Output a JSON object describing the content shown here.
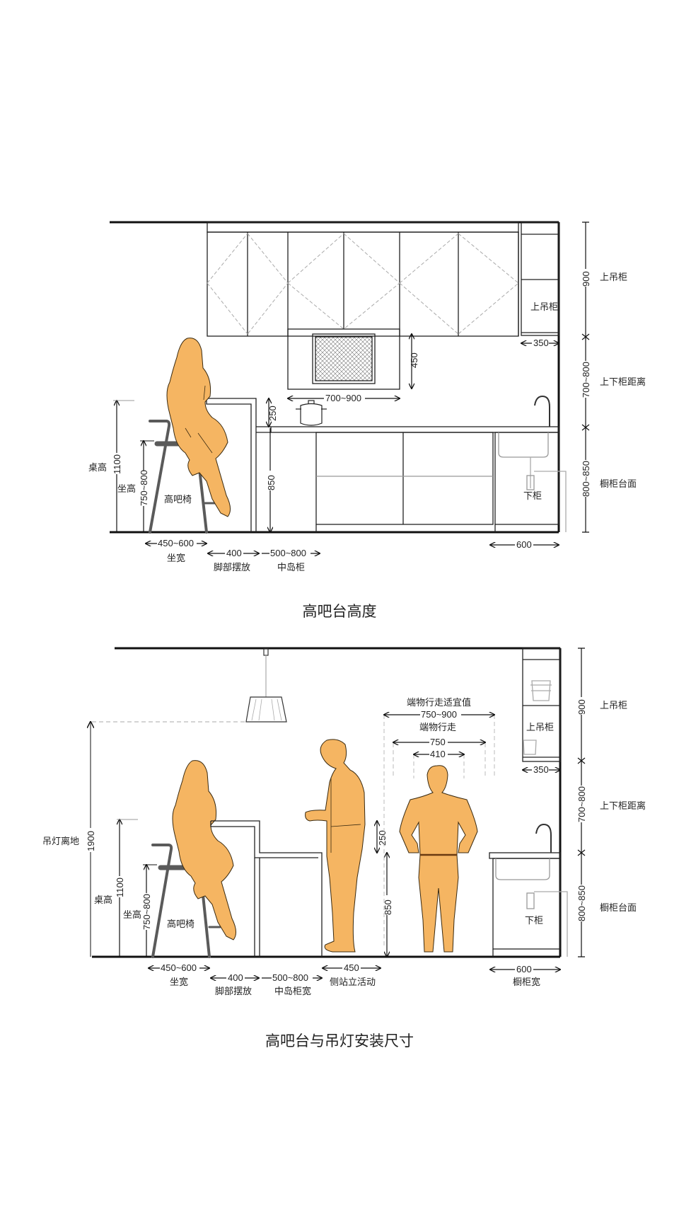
{
  "colors": {
    "figure_fill": "#F5B562",
    "figure_stroke": "#3a2a10",
    "line": "#111111",
    "dashed": "#aaaaaa",
    "stool": "#5a5a5a"
  },
  "diagram1": {
    "caption": "高吧台高度",
    "labels": {
      "upper_cabinet_right": "上吊柜",
      "upper_cabinet_inner": "上吊柜",
      "cabinet_gap": "上下柜距离",
      "counter_surface": "橱柜台面",
      "lower_cabinet": "下柜",
      "table_height": "桌高",
      "seat_height": "坐高",
      "bar_stool": "高吧椅",
      "seat_width": "坐宽",
      "foot_space": "脚部摆放",
      "island": "中岛柜"
    },
    "dimensions": {
      "upper_cabinet_h": "900",
      "cabinet_gap_h": "700~800",
      "counter_h": "800~850",
      "upper_depth": "350",
      "hood_h": "450",
      "hood_w": "700~900",
      "bar_step": "250",
      "island_h": "850",
      "table_h": "1100",
      "seat_h": "750~800",
      "seat_w": "450~600",
      "foot_w": "400",
      "island_w": "500~800",
      "lower_depth": "600"
    }
  },
  "diagram2": {
    "caption": "高吧台与吊灯安装尺寸",
    "labels": {
      "upper_cabinet_right": "上吊柜",
      "upper_cabinet_inner": "上吊柜",
      "cabinet_gap": "上下柜距离",
      "counter_surface": "橱柜台面",
      "lower_cabinet": "下柜",
      "lamp_height": "吊灯离地",
      "table_height": "桌高",
      "seat_height": "坐高",
      "bar_stool": "高吧椅",
      "seat_width": "坐宽",
      "foot_space": "脚部摆放",
      "island_width": "中岛柜宽",
      "side_standing": "侧站立活动",
      "cabinet_width": "橱柜宽",
      "carry_walk_ideal": "端物行走适宜值",
      "carry_walk": "端物行走"
    },
    "dimensions": {
      "upper_cabinet_h": "900",
      "cabinet_gap_h": "700~800",
      "counter_h": "800~850",
      "upper_depth": "350",
      "lamp_h": "1900",
      "table_h": "1100",
      "seat_h": "750~800",
      "bar_step": "250",
      "island_h": "850",
      "seat_w": "450~600",
      "foot_w": "400",
      "island_w": "500~800",
      "side_w": "450",
      "lower_depth": "600",
      "walk_ideal": "750~900",
      "walk": "750",
      "shoulder": "410"
    }
  }
}
